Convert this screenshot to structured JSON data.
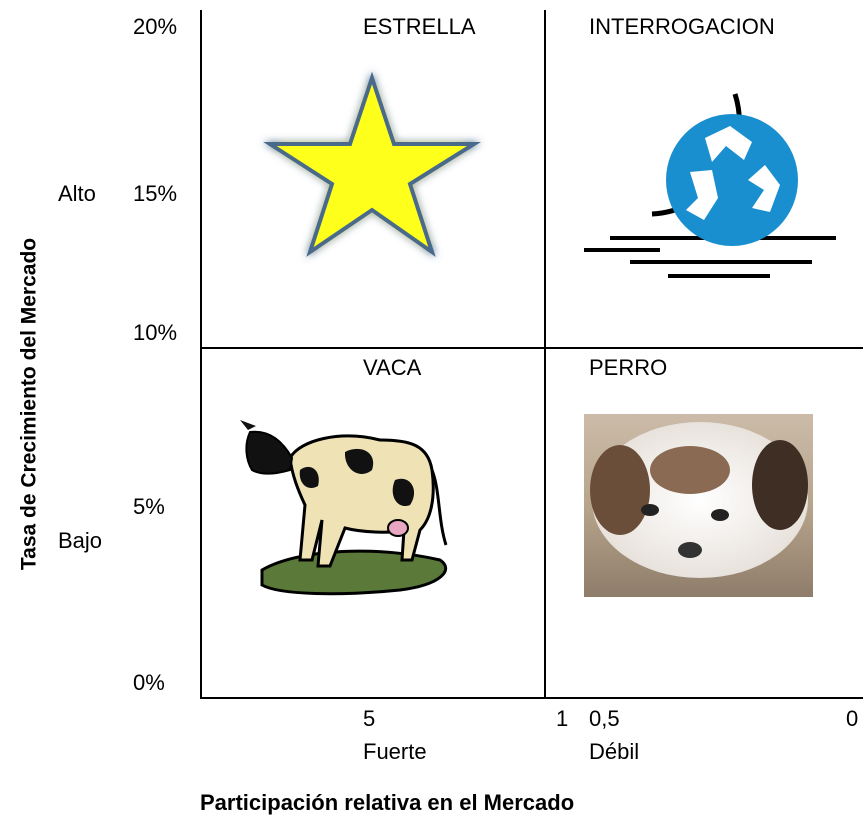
{
  "quadrants": {
    "top_left": "ESTRELLA",
    "top_right": "INTERROGACION",
    "bottom_left": "VACA",
    "bottom_right": "PERRO"
  },
  "y_axis": {
    "title": "Tasa de Crecimiento del Mercado",
    "ticks": [
      "20%",
      "15%",
      "10%",
      "5%",
      "0%"
    ],
    "levels": [
      "Alto",
      "Bajo"
    ]
  },
  "x_axis": {
    "title": "Participación relativa en el Mercado",
    "ticks": [
      "5",
      "1",
      "0,5",
      "0"
    ],
    "levels": [
      "Fuerte",
      "Débil"
    ]
  },
  "icons": {
    "top_left": "star-icon",
    "top_right": "recycle-icon",
    "bottom_left": "cow-icon",
    "bottom_right": "puppy-photo"
  },
  "colors": {
    "star_fill": "#ffff1a",
    "star_stroke": "#4a6a8a",
    "recycle_blue": "#1a8fd0",
    "grid_lines": "#000000"
  }
}
